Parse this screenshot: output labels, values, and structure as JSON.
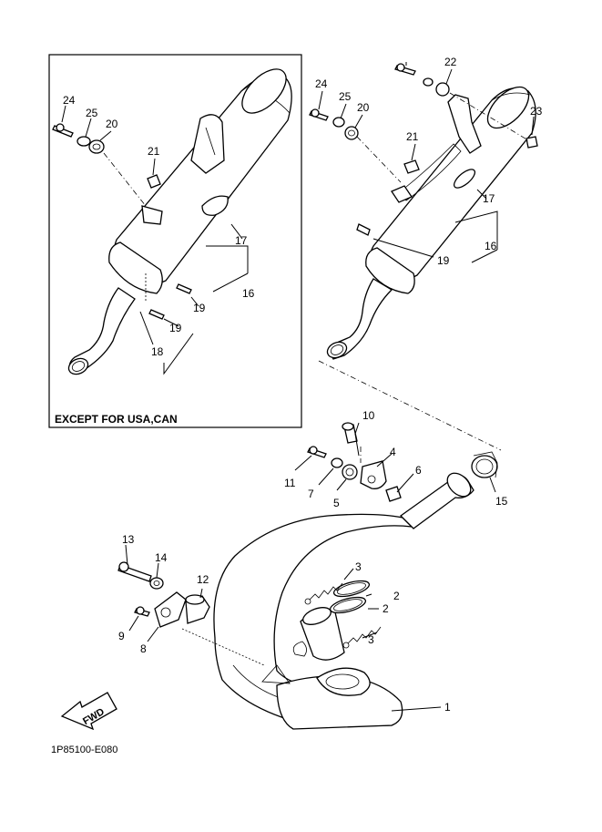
{
  "labels": {
    "n1": "1",
    "n2a": "2",
    "n2b": "2",
    "n3a": "3",
    "n3b": "3",
    "n4": "4",
    "n5": "5",
    "n6": "6",
    "n7": "7",
    "n8": "8",
    "n9": "9",
    "n10": "10",
    "n11": "11",
    "n12": "12",
    "n13": "13",
    "n14": "14",
    "n15": "15",
    "l16": "16",
    "l17": "17",
    "l18": "18",
    "l19a": "19",
    "l19b": "19",
    "l20": "20",
    "l21": "21",
    "l24": "24",
    "l25": "25",
    "r16": "16",
    "r17": "17",
    "r19": "19",
    "r20": "20",
    "r21": "21",
    "r22": "22",
    "r23": "23",
    "r24": "24",
    "r25": "25"
  },
  "inset_caption": "EXCEPT FOR USA,CAN",
  "fwd_label": "FWD",
  "diagram_code": "1P85100-E080"
}
